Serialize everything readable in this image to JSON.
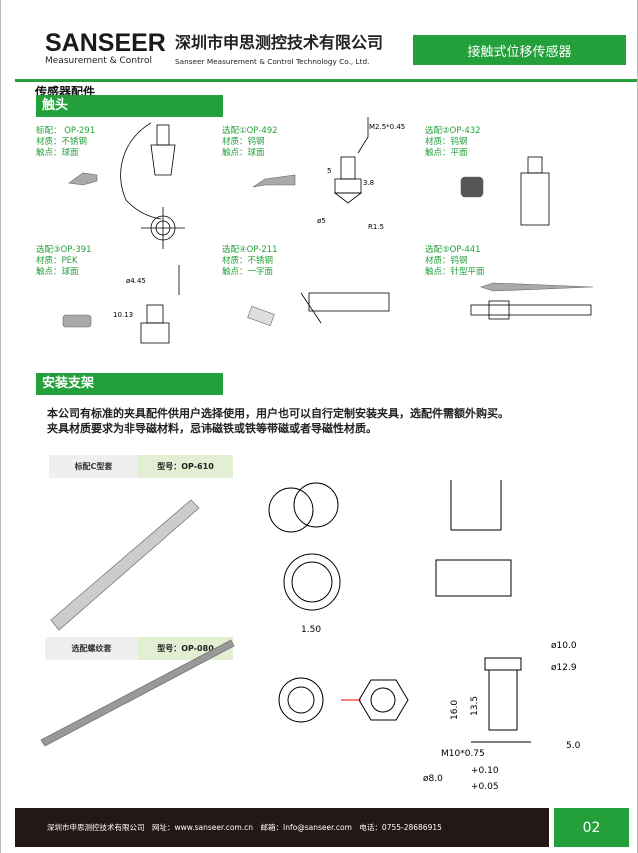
{
  "header": {
    "logo_text": "SANSEER",
    "logo_sub": "Measurement & Control",
    "company_cn": "深圳市申思测控技术有限公司",
    "company_en": "Sanseer Measurement & Control Technology Co., Ltd.",
    "banner": "接触式位移传感器"
  },
  "section_title": "传感器配件",
  "tips": {
    "title": "触头",
    "items": [
      {
        "model": "标配： OP-291",
        "material": "材质：不锈钢",
        "contact": "触点：球面"
      },
      {
        "model": "选配①OP-492",
        "material": "材质：钨钢",
        "contact": "触点：球面"
      },
      {
        "model": "选配②OP-432",
        "material": "材质：钨钢",
        "contact": "触点：平面"
      },
      {
        "model": "选配③OP-391",
        "material": "材质：PEK",
        "contact": "触点：球面"
      },
      {
        "model": "选配④OP-211",
        "material": "材质：不锈钢",
        "contact": "触点：一字面"
      },
      {
        "model": "选配⑤OP-441",
        "material": "材质：钨钢",
        "contact": "触点：针型平面"
      }
    ],
    "dims": {
      "m": "M2.5*0.45",
      "h5": "5",
      "h38": "3.8",
      "d5": "ø5",
      "r15": "R1.5",
      "d445": "ø4.45",
      "h1013": "10.13"
    }
  },
  "brackets": {
    "title": "安装支架",
    "description": [
      "本公司有标准的夹具配件供用户选择使用，用户也可以自行定制安装夹具，选配件需额外购买。",
      "夹具材质要求为非导磁材料，忌讳磁铁或铁等带磁或者导磁性材质。"
    ],
    "items": [
      {
        "label": "标配C型套",
        "model": "型号：OP-610"
      },
      {
        "label": "选配螺纹套",
        "model": "型号：OP-080"
      }
    ],
    "dims": {
      "d10": "ø10.0",
      "d129": "ø12.9",
      "h16": "16.0",
      "h135": "13.5",
      "h5": "5.0",
      "thread": "M10*0.75",
      "d8": "ø8.0",
      "tol_up": "+0.10",
      "tol_dn": "+0.05",
      "t150": "1.50"
    }
  },
  "footer": {
    "text": "深圳市申思测控技术有限公司　网址：www.sanseer.com.cn　邮箱：Info@sanseer.com　电话：0755-28686915",
    "page": "02"
  }
}
